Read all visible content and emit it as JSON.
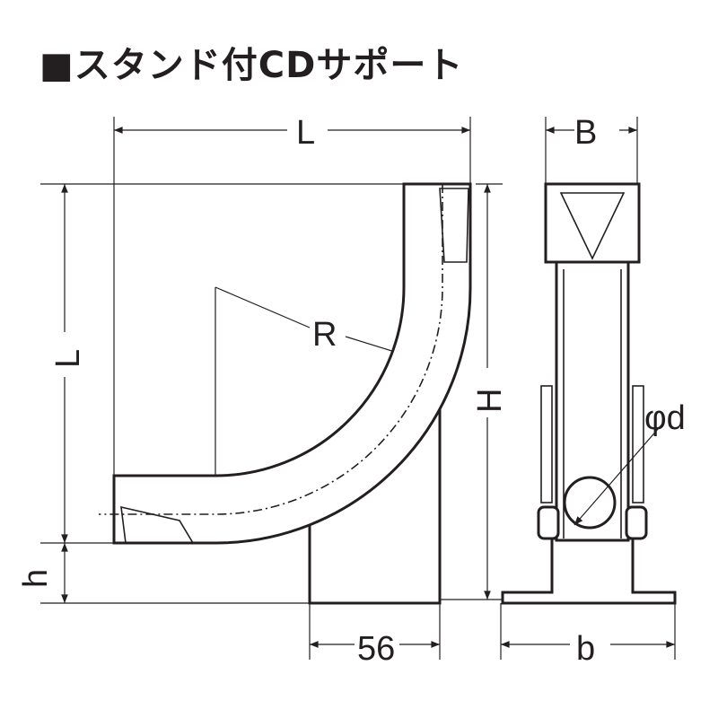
{
  "title": "■スタンド付CDサポート",
  "dimensions": {
    "top_length": "L",
    "width_top": "B",
    "side_length": "L",
    "radius": "R",
    "height": "H",
    "diameter": "φd",
    "base_height": "h",
    "stand_width": "56",
    "base_width": "b"
  }
}
